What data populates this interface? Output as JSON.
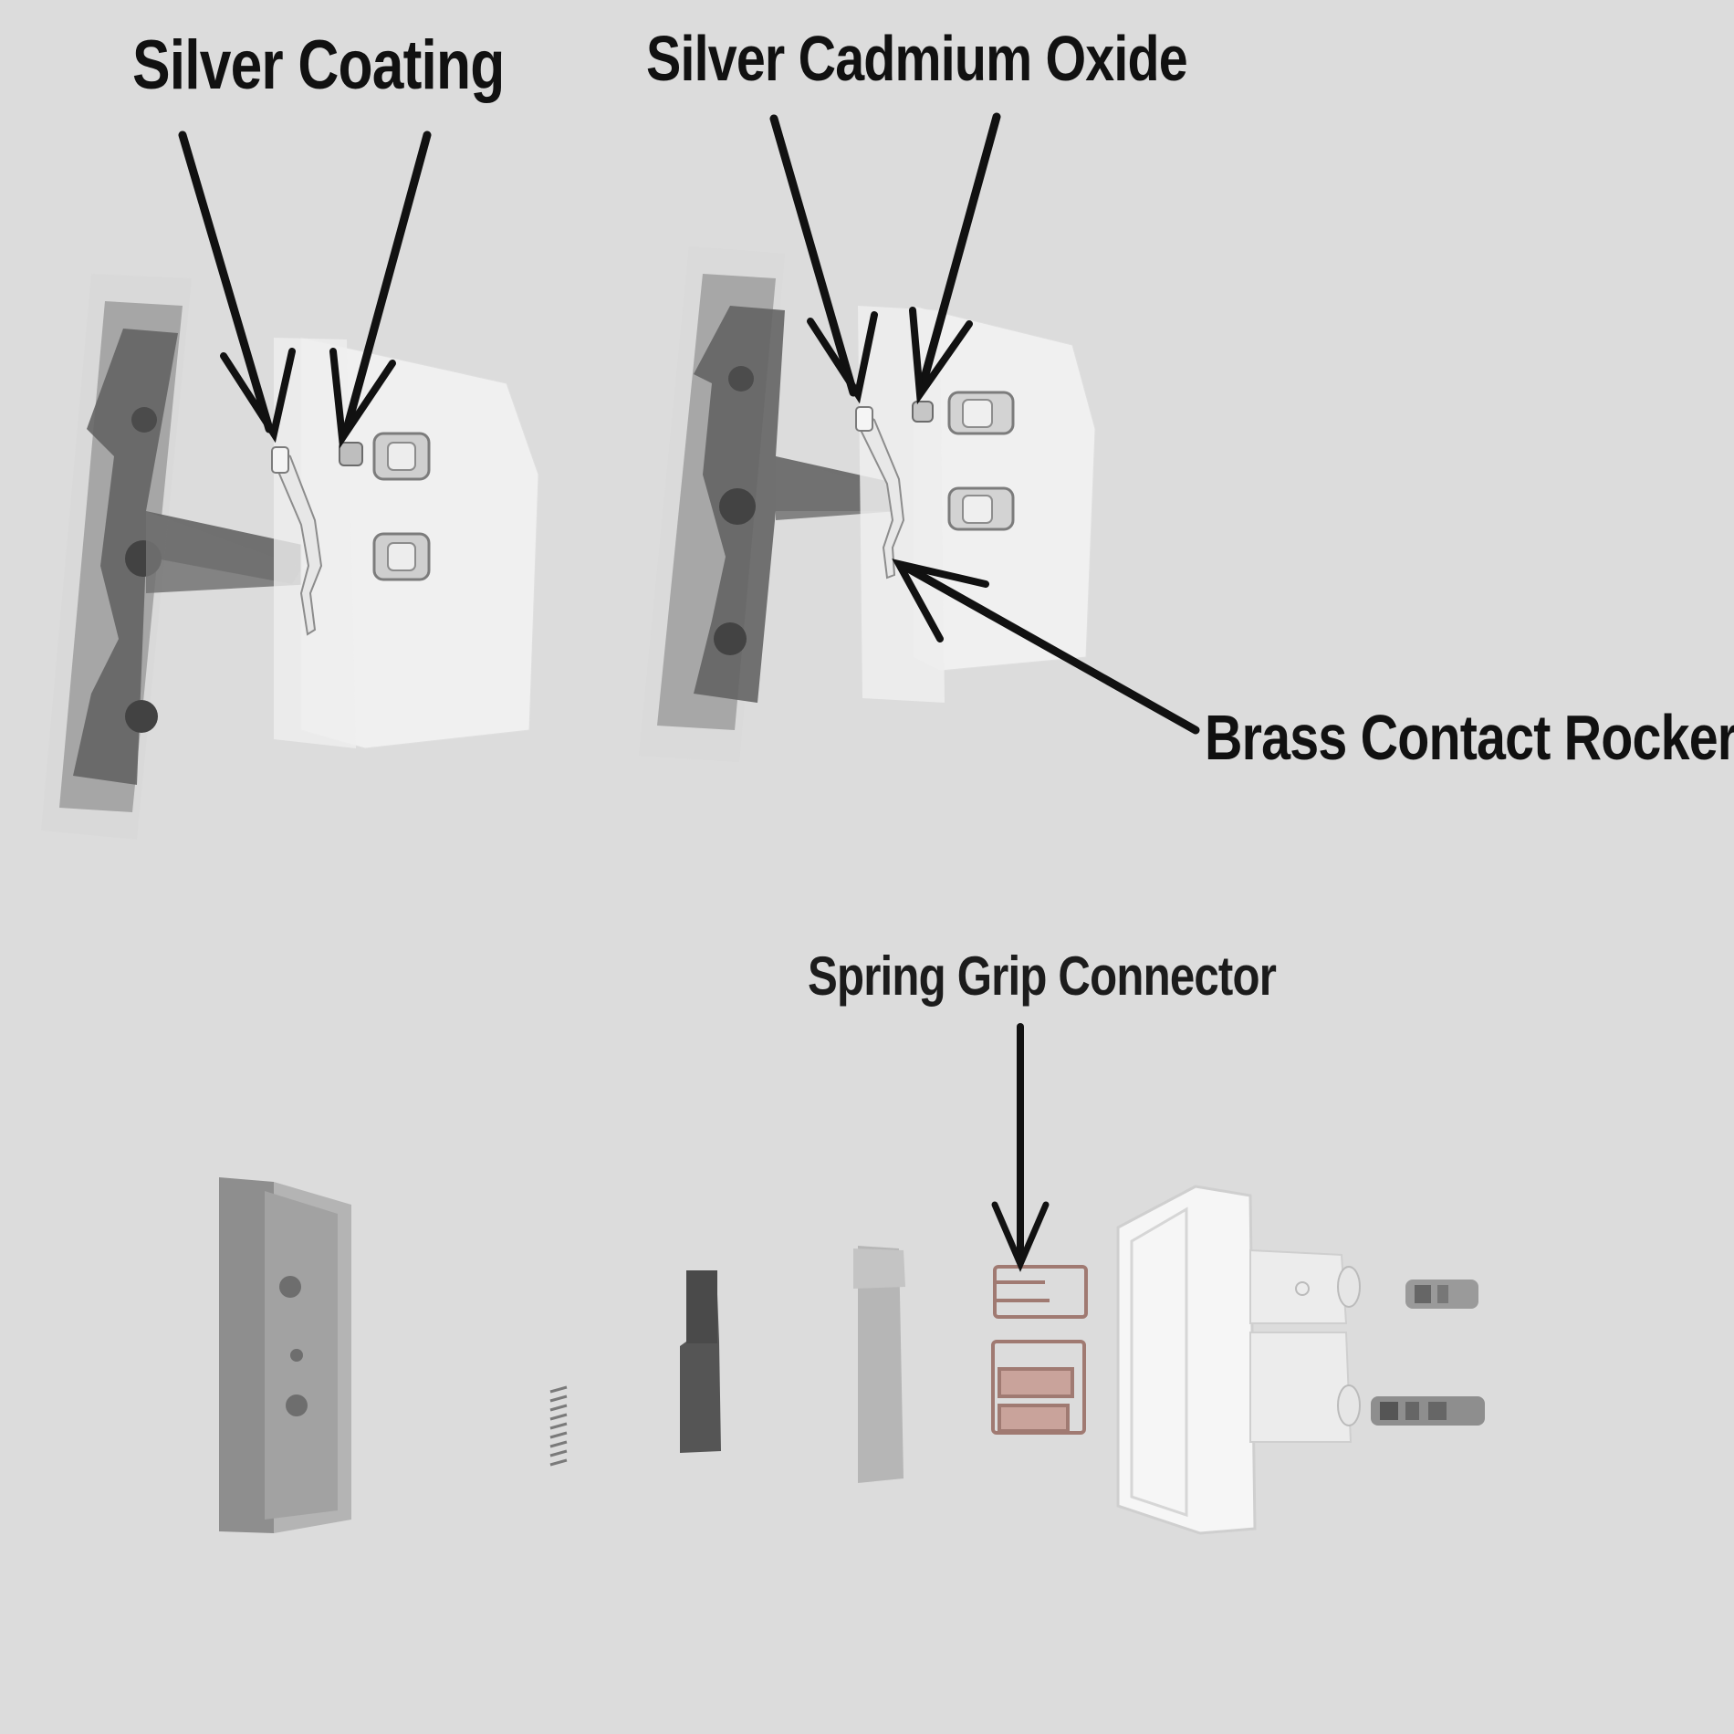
{
  "labels": {
    "silver_coating": "Silver Coating",
    "silver_cadmium_oxide": "Silver Cadmium Oxide",
    "brass_contact_rocker": "Brass Contact Rocker",
    "spring_grip_connector": "Spring Grip Connector"
  },
  "colors": {
    "background": "#dcdcdc",
    "arrow": "#111111",
    "housing_translucent": "#f2f2f2",
    "rocker_dark": "#5a5a5a",
    "copper_connector": "#b8867a"
  }
}
